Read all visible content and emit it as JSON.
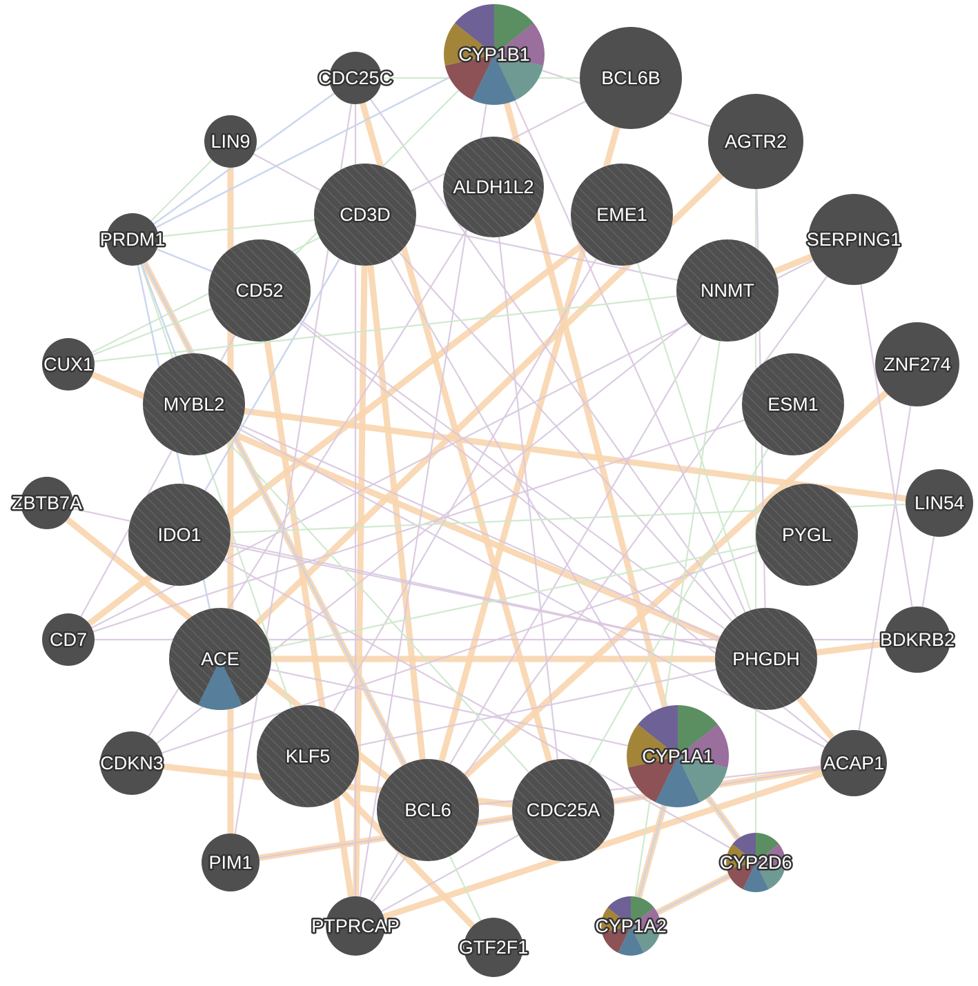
{
  "colors": {
    "node": "#4f4f4f",
    "hatch": "#6a6a6a",
    "label_fill": "#ffffff",
    "label_outline": "#333333",
    "pie": [
      "#5b8f62",
      "#9a6e9d",
      "#6f9a94",
      "#577f9c",
      "#8c5255",
      "#a3853a",
      "#6e6196"
    ]
  },
  "edge_styles": {
    "coexpression": {
      "color": "#d8c6df",
      "opacity": 0.9,
      "width": 2.2
    },
    "colocalization": {
      "color": "#c7d3ec",
      "opacity": 0.9,
      "width": 2.5
    },
    "genetic": {
      "color": "#cde9cb",
      "opacity": 0.95,
      "width": 2.2
    },
    "shared": {
      "color": "#f8d5ae",
      "opacity": 0.9,
      "width": 9
    }
  },
  "nodes": [
    {
      "id": "CYP1B1",
      "label": "CYP1B1",
      "pie": true
    },
    {
      "id": "BCL6B",
      "label": "BCL6B"
    },
    {
      "id": "CDC25C",
      "label": "CDC25C"
    },
    {
      "id": "AGTR2",
      "label": "AGTR2"
    },
    {
      "id": "LIN9",
      "label": "LIN9"
    },
    {
      "id": "ALDH1L2",
      "label": "ALDH1L2",
      "hatched": true
    },
    {
      "id": "CD3D",
      "label": "CD3D",
      "hatched": true
    },
    {
      "id": "EME1",
      "label": "EME1",
      "hatched": true
    },
    {
      "id": "PRDM1",
      "label": "PRDM1"
    },
    {
      "id": "SERPING1",
      "label": "SERPING1"
    },
    {
      "id": "CD52",
      "label": "CD52",
      "hatched": true
    },
    {
      "id": "NNMT",
      "label": "NNMT",
      "hatched": true
    },
    {
      "id": "CUX1",
      "label": "CUX1"
    },
    {
      "id": "ZNF274",
      "label": "ZNF274"
    },
    {
      "id": "MYBL2",
      "label": "MYBL2",
      "hatched": true
    },
    {
      "id": "ESM1",
      "label": "ESM1",
      "hatched": true
    },
    {
      "id": "ZBTB7A",
      "label": "ZBTB7A"
    },
    {
      "id": "LIN54",
      "label": "LIN54"
    },
    {
      "id": "IDO1",
      "label": "IDO1",
      "hatched": true
    },
    {
      "id": "PYGL",
      "label": "PYGL",
      "hatched": true
    },
    {
      "id": "CD7",
      "label": "CD7"
    },
    {
      "id": "BDKRB2",
      "label": "BDKRB2"
    },
    {
      "id": "ACE",
      "label": "ACE",
      "hatched": true,
      "slice": true
    },
    {
      "id": "PHGDH",
      "label": "PHGDH",
      "hatched": true
    },
    {
      "id": "CYP1A1",
      "label": "CYP1A1",
      "pie": true
    },
    {
      "id": "KLF5",
      "label": "KLF5",
      "hatched": true
    },
    {
      "id": "CDKN3",
      "label": "CDKN3"
    },
    {
      "id": "ACAP1",
      "label": "ACAP1"
    },
    {
      "id": "BCL6",
      "label": "BCL6",
      "hatched": true
    },
    {
      "id": "CDC25A",
      "label": "CDC25A",
      "hatched": true
    },
    {
      "id": "PIM1",
      "label": "PIM1"
    },
    {
      "id": "CYP2D6",
      "label": "CYP2D6",
      "pie": true
    },
    {
      "id": "PTPRCAP",
      "label": "PTPRCAP"
    },
    {
      "id": "CYP1A2",
      "label": "CYP1A2",
      "pie": true
    },
    {
      "id": "GTF2F1",
      "label": "GTF2F1"
    }
  ],
  "edges": [
    [
      "CYP1B1",
      "CYP1A1",
      "shared"
    ],
    [
      "BCL6B",
      "BCL6",
      "shared"
    ],
    [
      "AGTR2",
      "ACE",
      "shared"
    ],
    [
      "ZNF274",
      "BCL6",
      "shared"
    ],
    [
      "ACE",
      "PHGDH",
      "shared"
    ],
    [
      "PHGDH",
      "BDKRB2",
      "shared"
    ],
    [
      "MYBL2",
      "LIN54",
      "shared"
    ],
    [
      "ZBTB7A",
      "BCL6",
      "shared"
    ],
    [
      "CUX1",
      "PHGDH",
      "shared"
    ],
    [
      "CD3D",
      "PTPRCAP",
      "shared"
    ],
    [
      "CDC25C",
      "CDC25A",
      "shared"
    ],
    [
      "LIN9",
      "PIM1",
      "shared"
    ],
    [
      "PRDM1",
      "BCL6",
      "shared"
    ],
    [
      "CD52",
      "PTPRCAP",
      "shared"
    ],
    [
      "CDKN3",
      "CDC25A",
      "shared"
    ],
    [
      "CYP1A1",
      "CYP2D6",
      "shared"
    ],
    [
      "CYP1A1",
      "CYP1A2",
      "shared"
    ],
    [
      "CYP1A2",
      "CYP2D6",
      "shared"
    ],
    [
      "EME1",
      "CD7",
      "shared"
    ],
    [
      "SERPING1",
      "NNMT",
      "shared"
    ],
    [
      "PIM1",
      "ACAP1",
      "shared"
    ],
    [
      "PTPRCAP",
      "ACAP1",
      "shared"
    ],
    [
      "CD3D",
      "BCL6",
      "shared"
    ],
    [
      "KLF5",
      "GTF2F1",
      "shared"
    ],
    [
      "PHGDH",
      "ACAP1",
      "shared"
    ],
    [
      "CD3D",
      "NNMT",
      "coexpression"
    ],
    [
      "CD3D",
      "PHGDH",
      "coexpression"
    ],
    [
      "CD52",
      "PHGDH",
      "coexpression"
    ],
    [
      "ALDH1L2",
      "CDKN3",
      "coexpression"
    ],
    [
      "CYP1B1",
      "PHGDH",
      "coexpression"
    ],
    [
      "IDO1",
      "PHGDH",
      "coexpression"
    ],
    [
      "MYBL2",
      "PHGDH",
      "coexpression"
    ],
    [
      "CD7",
      "BDKRB2",
      "coexpression"
    ],
    [
      "ZBTB7A",
      "PHGDH",
      "coexpression"
    ],
    [
      "CDC25C",
      "PIM1",
      "coexpression"
    ],
    [
      "CDC25C",
      "PTPRCAP",
      "coexpression"
    ],
    [
      "LIN9",
      "CD3D",
      "coexpression"
    ],
    [
      "NNMT",
      "CDKN3",
      "coexpression"
    ],
    [
      "NNMT",
      "PTPRCAP",
      "coexpression"
    ],
    [
      "SERPING1",
      "CD7",
      "coexpression"
    ],
    [
      "SERPING1",
      "PTPRCAP",
      "coexpression"
    ],
    [
      "ESM1",
      "CD7",
      "coexpression"
    ],
    [
      "PYGL",
      "CDKN3",
      "coexpression"
    ],
    [
      "ACE",
      "CYP1A1",
      "coexpression"
    ],
    [
      "BCL6",
      "ACAP1",
      "coexpression"
    ],
    [
      "CDC25A",
      "ACAP1",
      "coexpression"
    ],
    [
      "PIM1",
      "CDC25A",
      "coexpression"
    ],
    [
      "PTPRCAP",
      "CDC25A",
      "coexpression"
    ],
    [
      "CD52",
      "ACAP1",
      "coexpression"
    ],
    [
      "MYBL2",
      "ACAP1",
      "coexpression"
    ],
    [
      "IDO1",
      "CYP2D6",
      "coexpression"
    ],
    [
      "KLF5",
      "PHGDH",
      "coexpression"
    ],
    [
      "CD3D",
      "CYP1A1",
      "coexpression"
    ],
    [
      "CDC25C",
      "PHGDH",
      "coexpression"
    ],
    [
      "AGTR2",
      "PHGDH",
      "coexpression"
    ],
    [
      "LIN54",
      "BDKRB2",
      "coexpression"
    ],
    [
      "ZNF274",
      "ACAP1",
      "coexpression"
    ],
    [
      "SERPING1",
      "BDKRB2",
      "coexpression"
    ],
    [
      "BCL6B",
      "CD3D",
      "coexpression"
    ],
    [
      "CYP1B1",
      "AGTR2",
      "coexpression"
    ],
    [
      "CD52",
      "CD7",
      "coexpression"
    ],
    [
      "EME1",
      "KLF5",
      "coexpression"
    ],
    [
      "ALDH1L2",
      "CDC25A",
      "coexpression"
    ],
    [
      "CYP1B1",
      "PTPRCAP",
      "coexpression"
    ],
    [
      "LIN9",
      "PRDM1",
      "genetic"
    ],
    [
      "CUX1",
      "CD3D",
      "genetic"
    ],
    [
      "CUX1",
      "NNMT",
      "genetic"
    ],
    [
      "PRDM1",
      "KLF5",
      "genetic"
    ],
    [
      "CYP1B1",
      "CD52",
      "genetic"
    ],
    [
      "BCL6B",
      "CDC25C",
      "genetic"
    ],
    [
      "AGTR2",
      "CYP2D6",
      "genetic"
    ],
    [
      "LIN54",
      "IDO1",
      "genetic"
    ],
    [
      "PYGL",
      "ACE",
      "genetic"
    ],
    [
      "ESM1",
      "CDC25A",
      "genetic"
    ],
    [
      "BCL6",
      "GTF2F1",
      "genetic"
    ],
    [
      "MYBL2",
      "CDC25A",
      "genetic"
    ],
    [
      "NNMT",
      "CYP1A2",
      "genetic"
    ],
    [
      "CUX1",
      "CD52",
      "genetic"
    ],
    [
      "EME1",
      "PHGDH",
      "genetic"
    ],
    [
      "PRDM1",
      "CD3D",
      "genetic"
    ],
    [
      "CDC25C",
      "PRDM1",
      "colocalization"
    ],
    [
      "CYP1B1",
      "PRDM1",
      "colocalization"
    ],
    [
      "PRDM1",
      "MYBL2",
      "colocalization"
    ],
    [
      "PRDM1",
      "ACE",
      "colocalization"
    ],
    [
      "PRDM1",
      "CD52",
      "colocalization"
    ],
    [
      "CYP1A1",
      "CYP2D6",
      "colocalization"
    ],
    [
      "CYP1A2",
      "CYP2D6",
      "colocalization"
    ],
    [
      "CYP1A1",
      "CYP1A2",
      "colocalization"
    ],
    [
      "PRDM1",
      "BCL6",
      "colocalization"
    ],
    [
      "CD3D",
      "IDO1",
      "colocalization"
    ]
  ]
}
